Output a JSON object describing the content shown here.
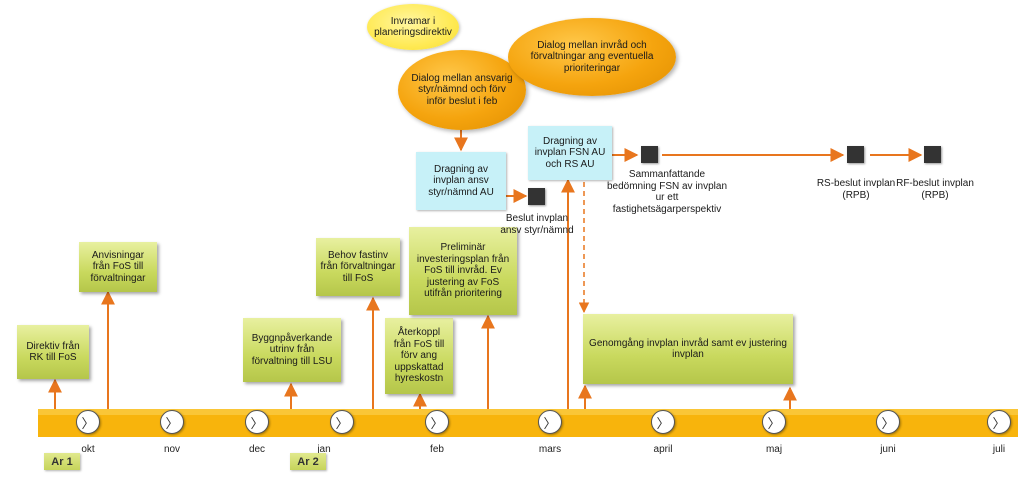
{
  "timeline": {
    "months": [
      "okt",
      "nov",
      "dec",
      "jan",
      "feb",
      "mars",
      "april",
      "maj",
      "juni",
      "juli"
    ],
    "years": [
      "Ar 1",
      "Ar 2"
    ]
  },
  "boxes": {
    "direktiv": "Direktiv från RK till FoS",
    "anvisningar": "Anvisningar från FoS till förvaltningar",
    "byggnad": "Byggnpåverkande utrinv från förvaltning till LSU",
    "behov": "Behov fastinv från förvaltningar till FoS",
    "aterkoppl": "Återkoppl från FoS till förv ang uppskattad hyreskostn",
    "preliminar": "Preliminär investeringsplan från FoS till invråd. Ev justering av FoS utifrån prioritering",
    "genomgang": "Genomgång invplan invråd samt ev justering invplan",
    "dragning1": "Dragning av invplan ansv styr/nämnd AU",
    "dragning2": "Dragning av invplan FSN AU och RS AU"
  },
  "ellipses": {
    "invramar": "Invramar i planeringsdirektiv",
    "dialog_ansvarig": "Dialog mellan ansvarig styr/nämnd och förv inför beslut i feb",
    "dialog_invrad": "Dialog mellan invråd och förvaltningar ang eventuella prioriteringar"
  },
  "milestones": {
    "beslut": "Beslut invplan ansv styr/nämnd",
    "sammanfattande": "Sammanfattande bedömning FSN av invplan ur ett fastighetsägarperspektiv",
    "rs_beslut": "RS-beslut invplan (RPB)",
    "rf_beslut": "RF-beslut invplan (RPB)"
  },
  "colors": {
    "timeline_bar": "#f8b40c",
    "arrow": "#e8761e",
    "box_green": "#c9d95e",
    "box_cyan": "#c7f1f8",
    "ellipse_orange": "#f5a40e",
    "ellipse_yellow": "#ffea55",
    "milestone": "#333333"
  }
}
